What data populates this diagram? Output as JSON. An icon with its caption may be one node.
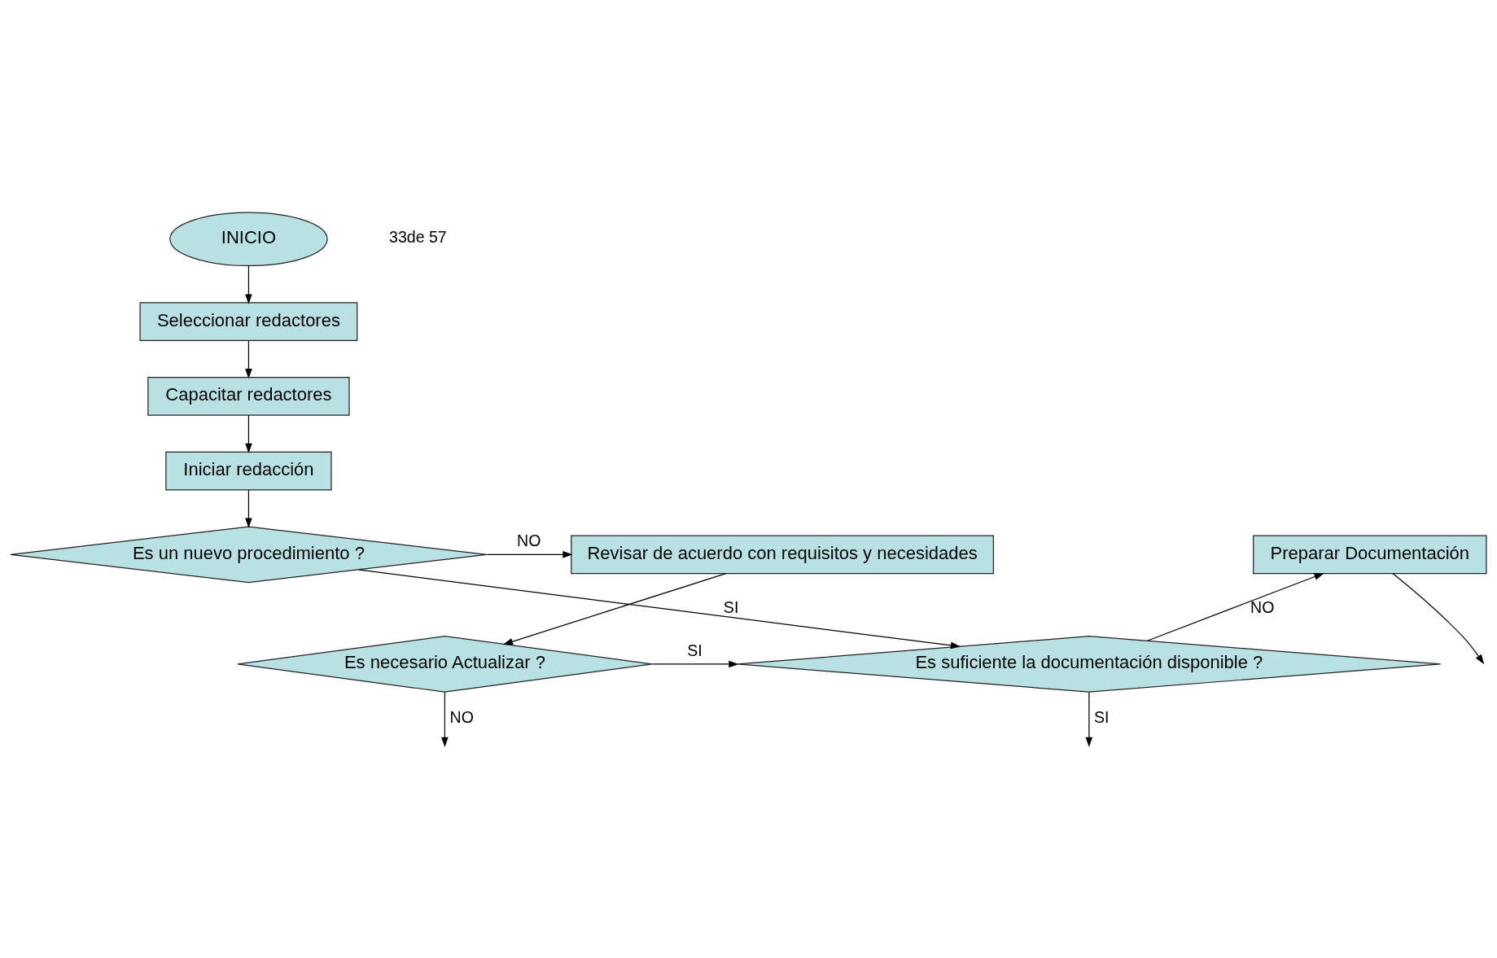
{
  "diagram": {
    "nodes": [
      {
        "text": [
          "INICIO"
        ]
      },
      {
        "text": [
          "Seleccionar redactores"
        ]
      },
      {
        "text": [
          "Capacitar redactores"
        ]
      },
      {
        "text": [
          "Iniciar redacción"
        ]
      },
      {
        "text": [
          "Es un nuevo procedimiento ?"
        ]
      },
      {
        "text": [
          "Preparar Documentación"
        ]
      },
      {
        "text": [
          "Revisar de acuerdo con requisitos y necesidades"
        ]
      },
      {
        "text": [
          "Es suficiente la documentación disponible ?"
        ]
      },
      {
        "text": [
          "Es necesario Actualizar ?"
        ]
      }
    ],
    "edges": [
      {
        "from": 0,
        "to": 1,
        "arrow": "to"
      },
      {
        "from": 1,
        "to": 2,
        "arrow": "to"
      },
      {
        "from": 2,
        "to": 3,
        "arrow": "to"
      },
      {
        "from": 3,
        "to": 4,
        "arrow": "to"
      },
      {
        "from": 4,
        "to": 7,
        "arrow": "to",
        "label": "SI"
      },
      {
        "from": 4,
        "to": 6,
        "arrow": "to",
        "label": "NO"
      },
      {
        "from": 5,
        "to": null,
        "arrow": "to"
      },
      {
        "from": 7,
        "to": 5,
        "arrow": "to",
        "label": "NO"
      },
      {
        "from": 6,
        "to": 8,
        "arrow": "to"
      },
      {
        "from": 8,
        "to": 7,
        "arrow": "to",
        "label": "SI"
      },
      {
        "from": 7,
        "to": null,
        "arrow": "to",
        "label": "SI"
      },
      {
        "from": 8,
        "to": null,
        "arrow": "to",
        "label": "NO"
      }
    ],
    "labels": [
      "33de 57"
    ]
  }
}
